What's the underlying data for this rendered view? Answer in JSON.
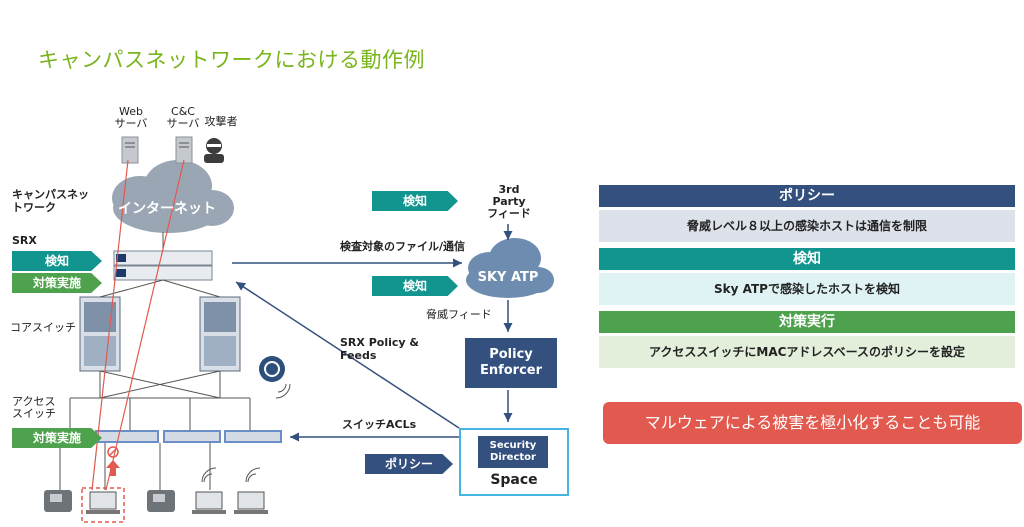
{
  "title": "キャンパスネットワークにおける動作例",
  "left": {
    "campus_label": "キャンパスネッ\nトワーク",
    "srx_label": "SRX",
    "core_label": "コアスイッチ",
    "access_label": "アクセス\nスイッチ",
    "web_server": "Web\nサーバ",
    "cc_server": "C&C\nサーバ",
    "attacker": "攻撃者",
    "internet": "インターネット",
    "detect_tag": "検知",
    "action_tag": "対策実施",
    "action_tag_access": "対策実施"
  },
  "middle": {
    "detect_tag_1": "検知",
    "detect_tag_2": "検知",
    "third_party": "3rd\nParty\nフィード",
    "scan_label": "検査対象のファイル/通信",
    "sky_atp": "SKY ATP",
    "threat_feed": "脅威フィード",
    "srx_policy": "SRX Policy &\nFeeds",
    "policy_enforcer": "Policy\nEnforcer",
    "switch_acls": "スイッチACLs",
    "policy_tag": "ポリシー",
    "security_director": "Security\nDirector",
    "space": "Space"
  },
  "right": {
    "policy_header": "ポリシー",
    "policy_text": "脅威レベル８以上の感染ホストは通信を制限",
    "detect_header": "検知",
    "detect_text": "Sky ATPで感染したホストを検知",
    "action_header": "対策実行",
    "action_text": "アクセススイッチにMACアドレスベースのポリシーを設定",
    "red_banner": "マルウェアによる被害を極小化することも可能"
  },
  "colors": {
    "title_green": "#7ab51d",
    "teal": "#12948f",
    "green": "#4ea24d",
    "navy": "#33507e",
    "red": "#e25a4f",
    "sky_blue": "#46b4e2"
  }
}
